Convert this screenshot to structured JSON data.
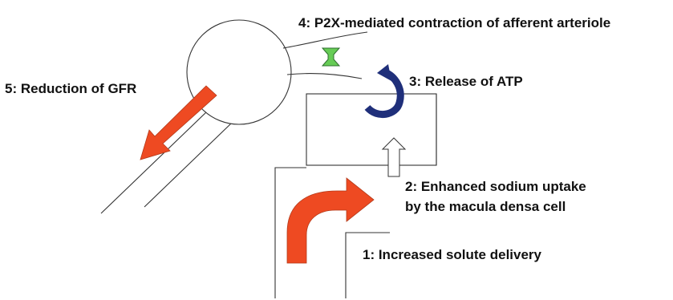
{
  "steps": [
    {
      "number": "1",
      "text": "1: Increased solute delivery"
    },
    {
      "number": "2",
      "line1": "2: Enhanced sodium uptake",
      "line2": "by the macula densa cell"
    },
    {
      "number": "3",
      "text": "3: Release of ATP"
    },
    {
      "number": "4",
      "text": "4: P2X-mediated contraction of afferent arteriole"
    },
    {
      "number": "5",
      "text": "5: Reduction of GFR"
    }
  ],
  "colors": {
    "flow_arrow": "#ee4a22",
    "atp_arrow": "#1f2f7a",
    "sodium_arrow": "#ffffff",
    "contraction_marker": "#66cc55",
    "outline": "#333333",
    "text": "#111111"
  },
  "icons": {
    "flow_arrow": "curved-arrow-icon",
    "gfr_arrow": "diagonal-arrow-icon",
    "atp_arrow": "circular-arrow-icon",
    "sodium_arrow": "up-arrow-icon",
    "contraction_marker": "double-arrow-icon"
  }
}
